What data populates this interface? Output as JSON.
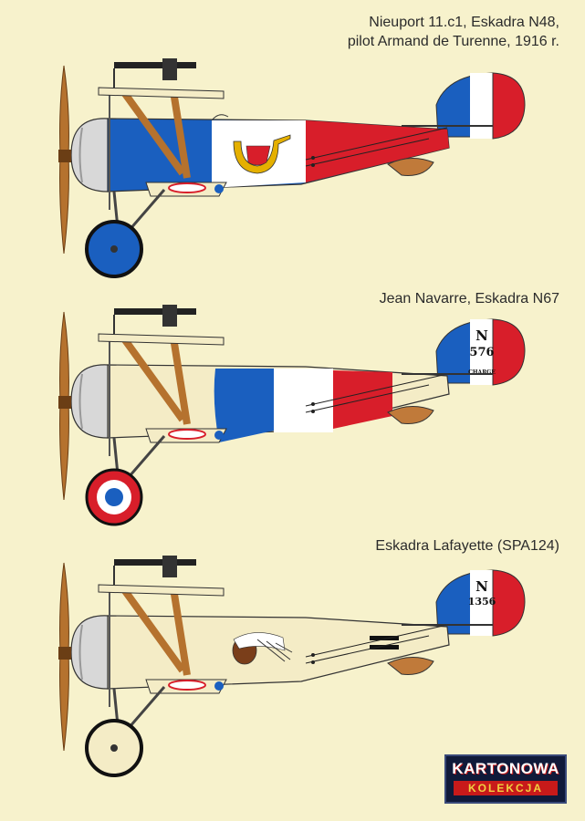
{
  "captions": {
    "plane1_line1": "Nieuport 11.c1, Eskadra N48,",
    "plane1_line2": "pilot Armand de Turenne, 1916 r.",
    "plane2": "Jean Navarre, Eskadra N67",
    "plane3": "Eskadra Lafayette (SPA124)"
  },
  "tail_markings": {
    "plane2_letter": "N",
    "plane2_number": "576",
    "plane2_word": "CHARGE",
    "plane3_letter": "N",
    "plane3_number": "1356"
  },
  "logo": {
    "line1": "KARTONOWA",
    "line2": "KOLEKCJA"
  },
  "colors": {
    "background": "#f7f2cc",
    "french_blue": "#1a5fbf",
    "french_red": "#d81e2a",
    "cream": "#f4ecc6",
    "wood": "#b5722e"
  }
}
